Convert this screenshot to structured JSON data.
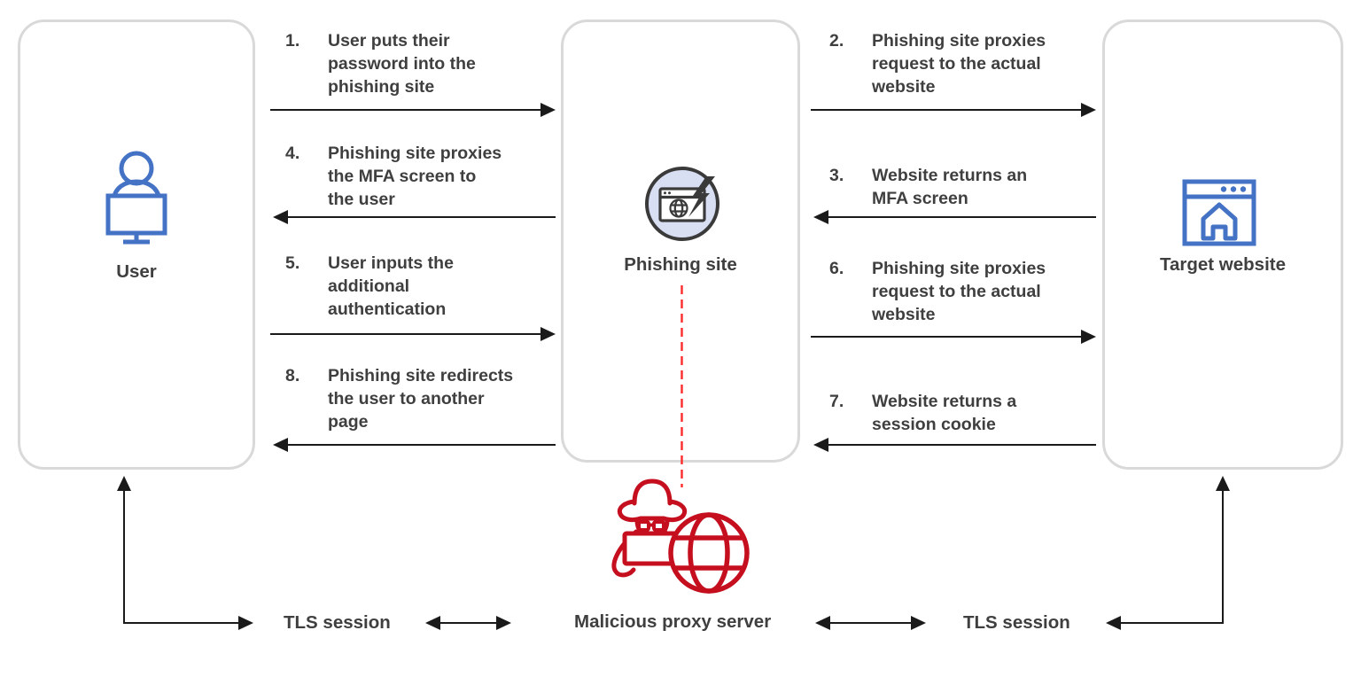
{
  "nodes": {
    "user": {
      "label": "User",
      "icon": "user-monitor-icon",
      "icon_color": "#4472C4"
    },
    "phishing": {
      "label": "Phishing site",
      "icon": "phishing-site-icon",
      "icon_fill": "#D9DFF3",
      "icon_stroke": "#3A3A3A"
    },
    "target": {
      "label": "Target website",
      "icon": "target-website-icon",
      "icon_color": "#4472C4"
    }
  },
  "steps": {
    "s1": {
      "num": "1.",
      "text": "User puts their\npassword into the\nphishing site",
      "arrow": "right",
      "from": "user",
      "to": "phishing"
    },
    "s2": {
      "num": "2.",
      "text": "Phishing site proxies\nrequest to the actual\nwebsite",
      "arrow": "right",
      "from": "phishing",
      "to": "target"
    },
    "s3": {
      "num": "3.",
      "text": "Website returns an\nMFA screen",
      "arrow": "left",
      "from": "target",
      "to": "phishing"
    },
    "s4": {
      "num": "4.",
      "text": "Phishing site proxies\nthe MFA screen to\nthe user",
      "arrow": "left",
      "from": "phishing",
      "to": "user"
    },
    "s5": {
      "num": "5.",
      "text": "User inputs the\nadditional\nauthentication",
      "arrow": "right",
      "from": "user",
      "to": "phishing"
    },
    "s6": {
      "num": "6.",
      "text": "Phishing site proxies\nrequest to the actual\nwebsite",
      "arrow": "right",
      "from": "phishing",
      "to": "target"
    },
    "s7": {
      "num": "7.",
      "text": "Website returns a\nsession cookie",
      "arrow": "left",
      "from": "target",
      "to": "phishing"
    },
    "s8": {
      "num": "8.",
      "text": "Phishing site redirects\nthe user to another\npage",
      "arrow": "left",
      "from": "phishing",
      "to": "user"
    }
  },
  "bottom": {
    "tls_left": "TLS session",
    "proxy": "Malicious proxy server",
    "tls_right": "TLS session",
    "proxy_icon": "hacker-globe-icon"
  },
  "colors": {
    "box_border": "#D9D9D9",
    "text": "#3F3F3F",
    "arrow": "#1A1A1A",
    "accent_blue": "#4472C4",
    "malicious_red": "#C50F1E",
    "dashed_red": "#FF2B2B",
    "phishing_circle_fill": "#D9DFF3",
    "phishing_icon_dark": "#3A3A3A"
  }
}
